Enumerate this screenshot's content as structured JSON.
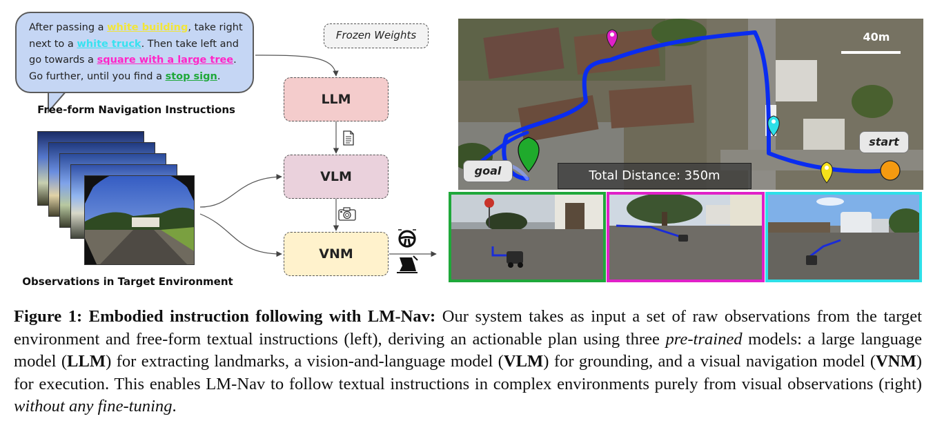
{
  "instructions": {
    "t1": "After passing a ",
    "h1": "white building",
    "t2": ", take right next to a ",
    "h2": "white truck",
    "t3": ". Then take left and go towards a ",
    "h3": "square with a large tree",
    "t4": ". Go further, until you find a ",
    "h4": "stop sign",
    "t5": ".",
    "label": "Free-form Navigation Instructions"
  },
  "observations_label": "Observations in Target Environment",
  "frozen_label": "Frozen Weights",
  "models": {
    "llm": "LLM",
    "vlm": "VLM",
    "vnm": "VNM"
  },
  "map": {
    "goal_label": "goal",
    "start_label": "start",
    "distance": "Total Distance: 350m",
    "scale": "40m"
  },
  "caption": {
    "lead": "Figure 1: Embodied instruction following with LM-Nav:",
    "p1": " Our system takes as input a set of raw observations from the target environment and free-form textual instructions (left), deriving an actionable plan using three ",
    "pre_trained": "pre-trained",
    "p2": " models: a large language model (",
    "llm": "LLM",
    "p3": ") for extracting landmarks, a vision-and-language model (",
    "vlm": "VLM",
    "p4": ") for grounding, and a visual navigation model (",
    "vnm": "VNM",
    "p5": ") for execution. This enables LM-Nav to follow textual instructions in complex environments purely from visual observations (right) ",
    "no_ft": "without any fine-tuning",
    "p6": "."
  },
  "colors": {
    "path": "#0a2cf0",
    "goal_pin": "#1faa2c",
    "start_marker": "#f59a10",
    "magenta_pin": "#e020c8",
    "cyan_pin": "#2ee0e8",
    "yellow_pin": "#f5e11a",
    "llm_box": "#f4cccc",
    "vlm_box": "#ead1dc",
    "vnm_box": "#fff2cc"
  },
  "icons": [
    "document-icon",
    "camera-icon",
    "steering-wheel-icon",
    "pedal-icon"
  ]
}
